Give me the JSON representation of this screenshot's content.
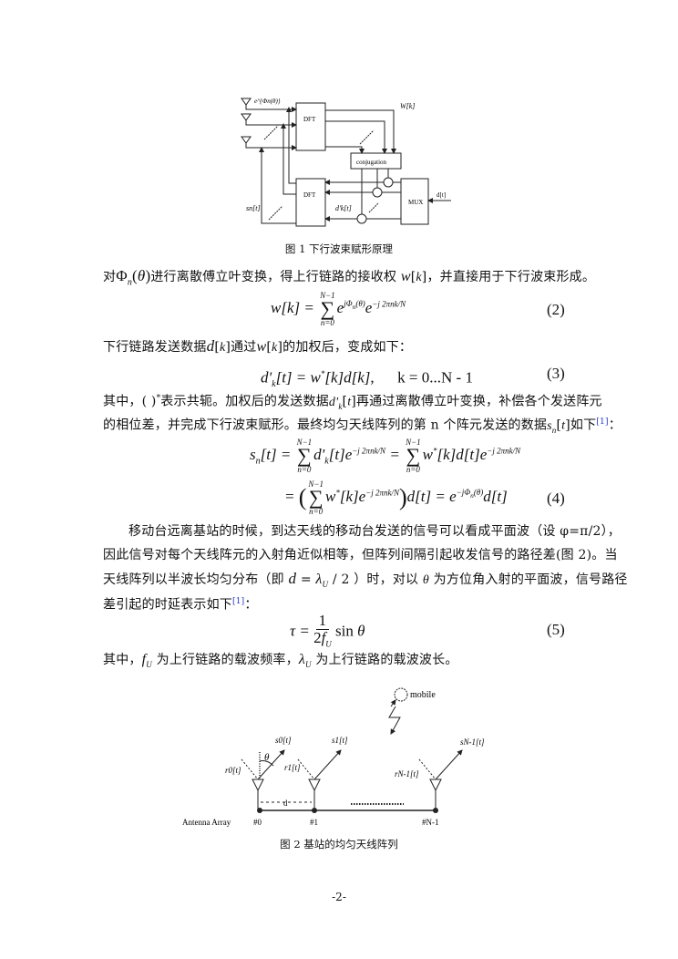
{
  "figure1": {
    "labels": {
      "phase": "e^{Φn(θ)}",
      "dft_top": "DFT",
      "weight": "W[k]",
      "conjugation": "conjugation",
      "dft_bottom": "DFT",
      "mux": "MUX",
      "input": "d[t]",
      "sn": "sn[t]",
      "dk": "d'k[t]"
    },
    "caption": "图 1    下行波束赋形原理"
  },
  "para1": "对 Φn(θ) 进行离散傅立叶变换，得上行链路的接收权 w[k]，并直接用于下行波束形成。",
  "para1_parts": {
    "a": "对",
    "b": "进行离散傅立叶变换，得上行链路的接收权",
    "c": "，并直接用于下行波束形成。"
  },
  "eq2": {
    "number": "(2)"
  },
  "para2_parts": {
    "a": "下行链路发送数据",
    "b": "通过",
    "c": "的加权后，变成如下："
  },
  "eq3": {
    "rhs_tail": "k = 0...N - 1",
    "number": "(3)"
  },
  "para3_parts": {
    "a": "其中，",
    "b": "表示共轭。加权后的发送数据",
    "c": "再通过离散傅立叶变换，补偿各个发送阵元",
    "d": "的相位差，并完成下行波束赋形。最终均匀天线阵列的第 n 个阵元发送的数据",
    "e": "如下",
    "ref": "[1]",
    "f": "："
  },
  "eq4": {
    "number": "(4)"
  },
  "para4": {
    "line1": "移动台远离基站的时候，到达天线的移动台发送的信号可以看成平面波（设 φ=π/2），",
    "line2": "因此信号对每个天线阵元的入射角近似相等，但阵列间隔引起收发信号的路径差(图 2)。当",
    "line3a": "天线阵列以半波长均匀分布（即",
    "line3b": "）时，对以",
    "line3c": "为方位角入射的平面波，信号路径",
    "line4": "差引起的时延表示如下",
    "ref": "[1]",
    "line4end": "："
  },
  "eq5": {
    "number": "(5)"
  },
  "para5_parts": {
    "a": "其中，",
    "b": "为上行链路的载波频率，",
    "c": "为上行链路的载波波长。"
  },
  "figure2": {
    "labels": {
      "mobile": "mobile",
      "s0": "s0[t]",
      "s1": "s1[t]",
      "sN": "sN-1[t]",
      "r0": "r0[t]",
      "r1": "r1[t]",
      "rN": "rN-1[t]",
      "theta": "θ",
      "d": "d",
      "array": "Antenna Array",
      "n0": "#0",
      "n1": "#1",
      "nN": "#N-1"
    },
    "caption": "图 2    基站的均匀天线阵列"
  },
  "page_number": "-2-"
}
